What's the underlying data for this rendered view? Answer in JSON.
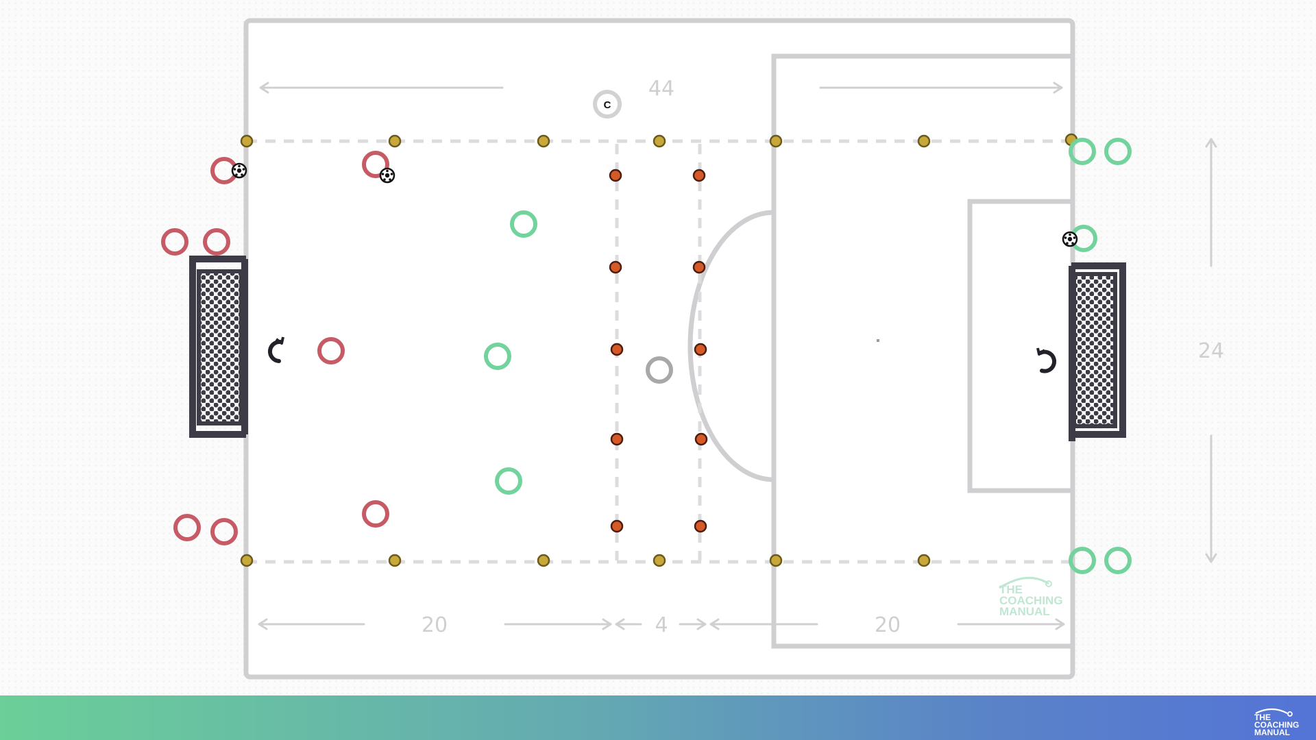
{
  "dimensions": {
    "pitch_length": "44",
    "pitch_width": "24",
    "left_zone": "20",
    "middle_zone": "4",
    "right_zone": "20"
  },
  "coach_marker": "C",
  "brand": {
    "name": "THE COACHING MANUAL",
    "lines": [
      "THE",
      "COACHING",
      "MANUAL"
    ]
  },
  "colors": {
    "team_red": "#c65a65",
    "team_green": "#72d39d",
    "cone_yellow": "#c8a83a",
    "cone_orange": "#d65a28",
    "pitch_lines": "#cfcfd2",
    "goal": "#3d3b45",
    "neutral_player": "#a8a8ab"
  },
  "icons": [
    "player-circle",
    "ball-icon",
    "goalkeeper-icon",
    "coach-icon",
    "cone-marker",
    "goal-net"
  ]
}
